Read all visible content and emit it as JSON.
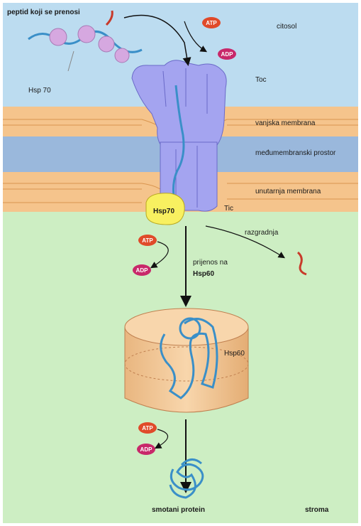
{
  "labels": {
    "peptide": "peptid koji se prenosi",
    "cytosol": "citosol",
    "hsp70_top": "Hsp 70",
    "toc": "Toc",
    "outer_membrane": "vanjska membrana",
    "intermembrane": "međumembranski prostor",
    "inner_membrane": "unutarnja membrana",
    "tic": "Tic",
    "hsp70_bottom": "Hsp70",
    "degradation": "razgradnja",
    "transfer": "prijenos na",
    "hsp60_target": "Hsp60",
    "hsp60": "Hsp60",
    "folded_protein": "smotani protein",
    "stroma": "stroma"
  },
  "nucleotides": {
    "atp": "ATP",
    "adp": "ADP"
  },
  "colors": {
    "cytosol": "#bcdcf0",
    "outer_membrane": "#f5c48c",
    "intermembrane": "#9ab8dc",
    "stroma": "#cdeec3",
    "translocon": "#a4a4f0",
    "hsp70": "#f8f060",
    "peptide": "#3a8fc8",
    "atp": "#e04a2a",
    "adp": "#c8286a",
    "barrel": "#f7cfa0"
  }
}
